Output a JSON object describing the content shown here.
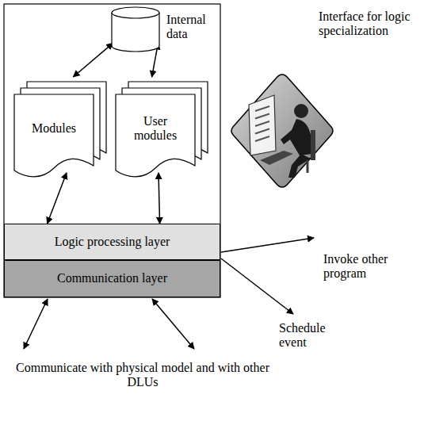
{
  "diagram": {
    "nodes": [
      {
        "text": [
          "Internal data"
        ]
      },
      {
        "text": [
          "Interface for logic specialization"
        ]
      },
      {
        "text": [
          "Modules"
        ]
      },
      {
        "text": [
          "User modules"
        ]
      },
      {
        "text": [
          "Logic processing layer"
        ]
      },
      {
        "text": [
          "Communication layer"
        ]
      }
    ],
    "edges": [
      {
        "from": 0,
        "to": 2,
        "arrow": "both"
      },
      {
        "from": 0,
        "to": 3,
        "arrow": "both"
      },
      {
        "from": 2,
        "to": 4,
        "arrow": "both"
      },
      {
        "from": 3,
        "to": 4,
        "arrow": "both"
      }
    ],
    "labels": [
      "Invoke other program",
      "Schedule event",
      "Communicate with physical model and with other DLUs"
    ]
  }
}
